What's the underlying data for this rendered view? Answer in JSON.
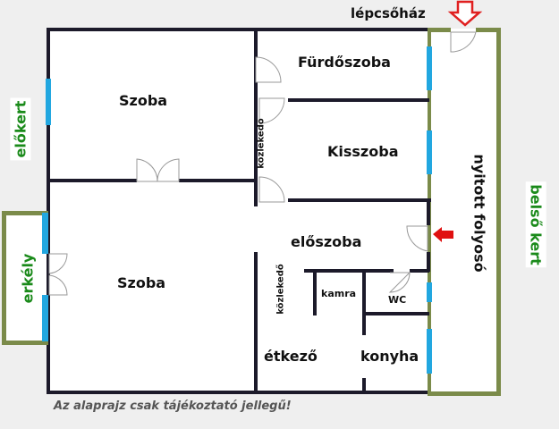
{
  "labels": {
    "stairwell": "lépcsőház",
    "front_garden": "előkert",
    "balcony": "erkély",
    "inner_garden": "belső kert",
    "open_corridor": "nyitott folyosó"
  },
  "rooms": [
    {
      "id": "room-top-left",
      "label": "Szoba"
    },
    {
      "id": "room-bottom-left",
      "label": "Szoba"
    },
    {
      "id": "bathroom",
      "label": "Fürdőszoba"
    },
    {
      "id": "small-room",
      "label": "Kisszoba"
    },
    {
      "id": "hallway-upper",
      "label": "közlekedő"
    },
    {
      "id": "entrance-hall",
      "label": "előszoba"
    },
    {
      "id": "hallway-lower",
      "label": "közlekedő"
    },
    {
      "id": "pantry",
      "label": "kamra"
    },
    {
      "id": "wc",
      "label": "WC"
    },
    {
      "id": "dining",
      "label": "étkező"
    },
    {
      "id": "kitchen",
      "label": "konyha"
    }
  ],
  "footer_note": "Az alaprajz csak tájékoztató jellegű!",
  "colors": {
    "wall": "#1c1a2a",
    "outer_wall_green": "#7b8b4a",
    "window": "#22a7e0",
    "entrance_arrow": "#e01010",
    "stair_arrow_outline": "#e02020",
    "garden_label": "#1a8a1a"
  }
}
